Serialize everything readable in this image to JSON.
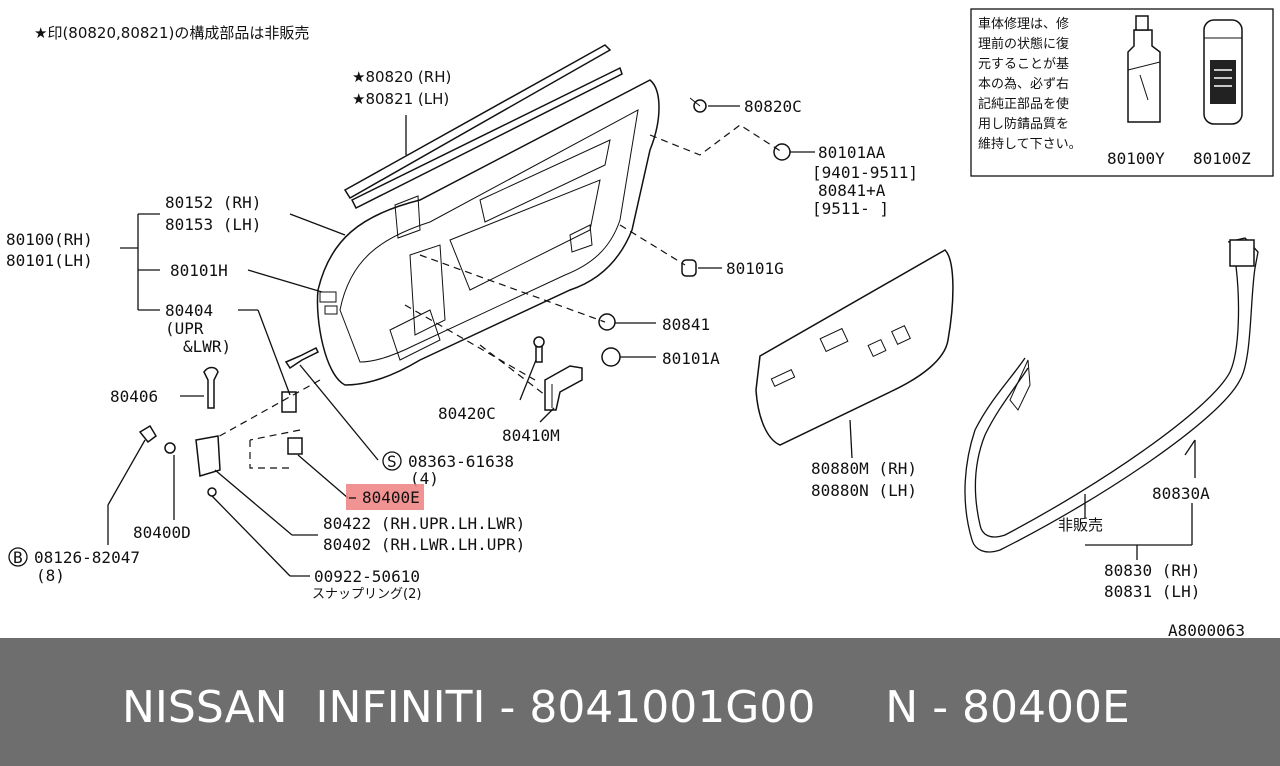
{
  "header_note": "★印(80820,80821)の構成部品は非販売",
  "notice_box": {
    "lines": [
      "車体修理は、修",
      "理前の状態に復",
      "元することが基",
      "本の為、必ず右",
      "記純正部品を使",
      "用し防錆品質を",
      "維持して下さい。"
    ],
    "part_left": "80100Y",
    "part_right": "80100Z"
  },
  "labels": {
    "p80820": "★80820 (RH)",
    "p80821": "★80821 (LH)",
    "p80820c": "80820C",
    "p80101aa": "80101AA",
    "p80101aa_range1": "[9401-9511]",
    "p80841a": "80841+A",
    "p80841a_range": "[9511-      ]",
    "p80152": "80152 (RH)",
    "p80153": "80153 (LH)",
    "p80100": "80100(RH)",
    "p80101": "80101(LH)",
    "p80101h": "80101H",
    "p80101g": "80101G",
    "p80404": "80404",
    "p80404_upr": "(UPR",
    "p80404_lwr": "&LWR)",
    "p80841": "80841",
    "p80101a": "80101A",
    "p80406": "80406",
    "p80420c": "80420C",
    "p80410m": "80410M",
    "p08363": "08363-61638",
    "p08363_qty": "(4)",
    "s_symbol": "S",
    "b_symbol": "B",
    "p80400e": "80400E",
    "p80400d": "80400D",
    "p80422": "80422 (RH.UPR.LH.LWR)",
    "p80402": "80402 (RH.LWR.LH.UPR)",
    "p08126": "08126-82047",
    "p08126_qty": "(8)",
    "p00922": "00922-50610",
    "p00922_desc": "スナップリング(2)",
    "p80880m": "80880M (RH)",
    "p80880n": "80880N (LH)",
    "p80830a": "80830A",
    "not_sold": "非販売",
    "p80830": "80830 (RH)",
    "p80831": "80831 (LH)",
    "diagram_id": "A8000063"
  },
  "highlight_color": "#f08080",
  "footer": {
    "text": "NISSAN  INFINITI - 8041001G00     N - 80400E"
  }
}
